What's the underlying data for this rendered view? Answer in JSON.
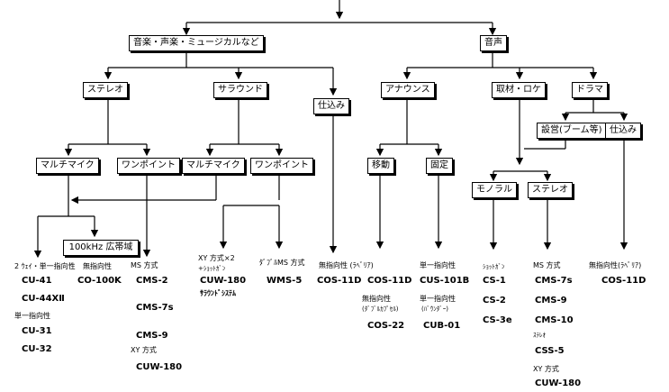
{
  "nodes": {
    "music": "音楽・声楽・ミュージカルなど",
    "voice": "音声",
    "stereo": "ステレオ",
    "surround": "サラウンド",
    "shikomi": "仕込み",
    "announce": "アナウンス",
    "shuzai": "取材・ロケ",
    "drama": "ドラマ",
    "multi1": "マルチマイク",
    "onepoint1": "ワンポイント",
    "multi2": "マルチマイク",
    "onepoint2": "ワンポイント",
    "idou": "移動",
    "kotei": "固定",
    "setsuei": "設営(ブーム等)",
    "shikomi2": "仕込み",
    "mono": "モノラル",
    "stereo2": "ステレオ",
    "khz100": "100kHz 広帯域"
  },
  "captions": {
    "c1": "2 ｳｪｲ・単一指向性",
    "c2": "無指向性",
    "c3": "単一指向性",
    "c4": "MS 方式",
    "c5": "XY 方式",
    "c6": "XY 方式×2",
    "c6b": "+ｼｮｯﾄｶﾞﾝ",
    "c7": "ﾀﾞﾌﾞﾙMS 方式",
    "c8": "無指向性 (ﾗﾍﾞﾘｱ)",
    "c9": "無指向性",
    "c9b": "(ﾀﾞﾌﾞﾙｶﾌﾟｾﾙ)",
    "c10": "単一指向性",
    "c11": "単一指向性",
    "c11b": "(ﾊﾞｳﾝﾀﾞｰ)",
    "c12": "ｼｮｯﾄｶﾞﾝ",
    "c13": "MS 方式",
    "c14": "ｽﾃﾚｵ",
    "c15": "XY 方式",
    "c16": "無指向性(ﾗﾍﾞﾘｱ)"
  },
  "products": {
    "cu41": "CU-41",
    "cu44": "CU-44XⅡ",
    "cu31": "CU-31",
    "cu32": "CU-32",
    "co100k": "CO-100K",
    "cms2": "CMS-2",
    "cms7s": "CMS-7s",
    "cms9": "CMS-9",
    "cuw180": "CUW-180",
    "cuw180b": "CUW-180",
    "surroundsys": "ｻﾗｳﾝﾄﾞｼｽﾃﾑ",
    "wms5": "WMS-5",
    "cos11d": "COS-11D",
    "cos11d2": "COS-11D",
    "cos22": "COS-22",
    "cus101b": "CUS-101B",
    "cub01": "CUB-01",
    "cs1": "CS-1",
    "cs2": "CS-2",
    "cs3e": "CS-3e",
    "cms7s2": "CMS-7s",
    "cms9b": "CMS-9",
    "cms10": "CMS-10",
    "css5": "CSS-5",
    "cuw180c": "CUW-180",
    "cos11d3": "COS-11D"
  }
}
